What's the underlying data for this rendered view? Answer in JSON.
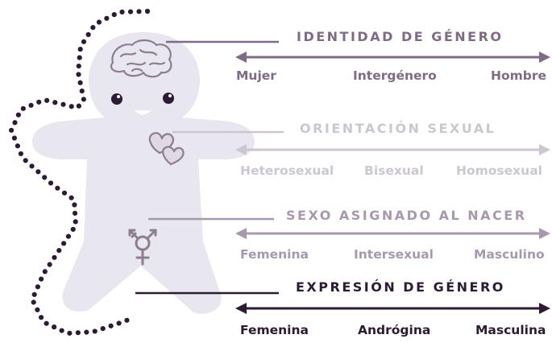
{
  "colors": {
    "body_fill": "#e8e6ef",
    "outline_dots": "#2c1b33",
    "identity": "#7f6b85",
    "orientation": "#cdc6d1",
    "sex": "#a898ad",
    "expression": "#2c1b33",
    "icon": "#8c7d90",
    "heart": "#e0d8e3",
    "blush": "#ffffff"
  },
  "icons": [
    "brain-icon",
    "hearts-icon",
    "transgender-symbol-icon"
  ],
  "sections": [
    {
      "key": "identity",
      "title": "IDENTIDAD DE GÉNERO",
      "labels": [
        "Mujer",
        "Intergénero",
        "Hombre"
      ]
    },
    {
      "key": "orientation",
      "title": "ORIENTACIÓN SEXUAL",
      "labels": [
        "Heterosexual",
        "Bisexual",
        "Homosexual"
      ]
    },
    {
      "key": "sex",
      "title": "SEXO ASIGNADO AL NACER",
      "labels": [
        "Femenina",
        "Intersexual",
        "Masculino"
      ]
    },
    {
      "key": "expression",
      "title": "EXPRESIÓN DE GÉNERO",
      "labels": [
        "Femenina",
        "Andrógina",
        "Masculina"
      ]
    }
  ]
}
